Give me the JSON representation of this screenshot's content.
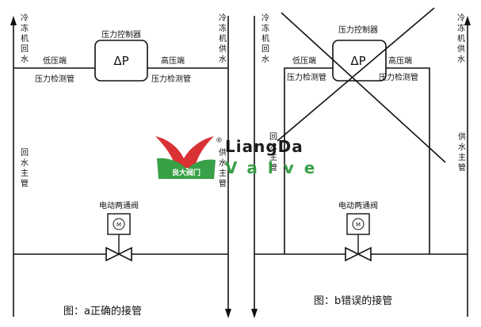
{
  "diagram_a": {
    "left_pipe_label": "冷冻机回水",
    "right_pipe_label": "冷冻机供水",
    "controller_label": "压力控制器",
    "dp_symbol": "ΔP",
    "low_side_label": "低压端",
    "high_side_label": "高压端",
    "left_tube_label": "压力检测管",
    "right_tube_label": "压力检测管",
    "return_main_label": "回水主管",
    "supply_main_label": "供水主管",
    "valve_label": "电动两通阀",
    "motor_symbol": "M",
    "caption": "图：a正确的接管"
  },
  "diagram_b": {
    "right_pipe_label": "冷冻机供水",
    "left_pipe_label": "冷冻机回水",
    "controller_label": "压力控制器",
    "dp_symbol": "ΔP",
    "low_side_label": "低压端",
    "high_side_label": "高压端",
    "left_tube_label": "压力检测管",
    "right_tube_label": "压力检测管",
    "return_main_label": "回水主管",
    "supply_main_label": "供水主管",
    "valve_label": "电动两通阀",
    "motor_symbol": "M",
    "caption": "图：b错误的接管"
  },
  "watermark": {
    "brand_top": "LiangDa",
    "brand_bottom": "Valve",
    "logo_text": "良大阀门",
    "registered_mark": "®",
    "brand_color": "#2e9b3e"
  }
}
